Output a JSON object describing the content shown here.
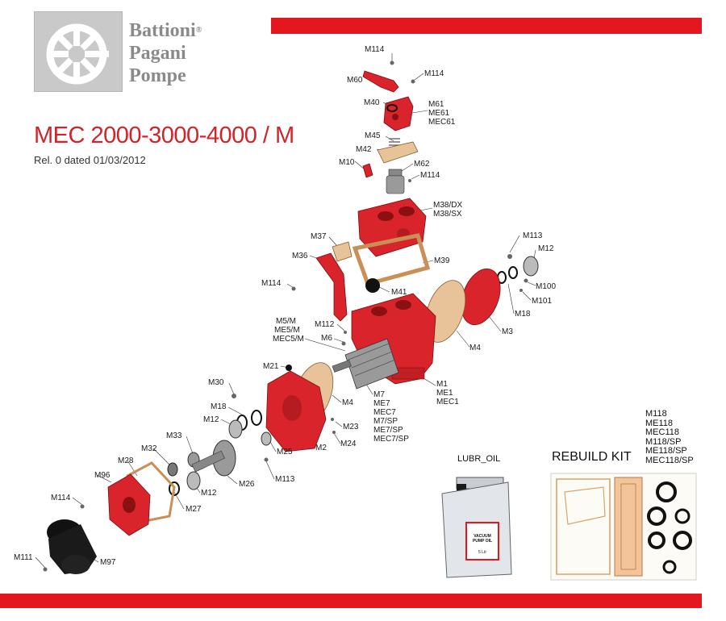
{
  "brand": {
    "line1": "Battioni",
    "reg": "®",
    "line2": "Pagani",
    "line3": "Pompe"
  },
  "header": {
    "title": "MEC 2000-3000-4000 / M",
    "subtitle": "Rel. 0 dated 01/03/2012"
  },
  "colors": {
    "accent": "#e3171e",
    "part_red": "#d8242a",
    "gasket": "#d9a36b",
    "logo_gray": "#c9c9c9"
  },
  "parts": {
    "m114_top": "M114",
    "m114_b": "M114",
    "m60": "M60",
    "m40": "M40",
    "m61": "M61",
    "me61": "ME61",
    "mec61": "MEC61",
    "m45": "M45",
    "m42": "M42",
    "m10": "M10",
    "m62": "M62",
    "m114_c": "M114",
    "m38dx": "M38/DX",
    "m38sx": "M38/SX",
    "m37": "M37",
    "m36": "M36",
    "m39": "M39",
    "m113_a": "M113",
    "m12_a": "M12",
    "m114_d": "M114",
    "m41": "M41",
    "m100": "M100",
    "m101": "M101",
    "m18_a": "M18",
    "m3": "M3",
    "m4_a": "M4",
    "m5m": "M5/M",
    "me5m": "ME5/M",
    "mec5m": "MEC5/M",
    "m112": "M112",
    "m6": "M6",
    "m21": "M21",
    "m1": "M1",
    "me1": "ME1",
    "mec1": "MEC1",
    "m7": "M7",
    "me7": "ME7",
    "mec7": "MEC7",
    "m7sp": "M7/SP",
    "me7sp": "ME7/SP",
    "mec7sp": "MEC7/SP",
    "m30": "M30",
    "m18_b": "M18",
    "m4_b": "M4",
    "m12_b": "M12",
    "m23": "M23",
    "m24": "M24",
    "m33": "M33",
    "m25": "M25",
    "m2": "M2",
    "m32": "M32",
    "m28": "M28",
    "m96": "M96",
    "m113_b": "M113",
    "m26": "M26",
    "m12_c": "M12",
    "m27": "M27",
    "m114_e": "M114",
    "m111": "M111",
    "m97": "M97"
  },
  "lubr": {
    "title": "LUBR_OIL",
    "label": "VACUUM PUMP OIL",
    "size": "5 Ltr"
  },
  "kit": {
    "title": "REBUILD KIT",
    "codes": [
      "M118",
      "ME118",
      "MEC118",
      "M118/SP",
      "ME118/SP",
      "MEC118/SP"
    ]
  }
}
